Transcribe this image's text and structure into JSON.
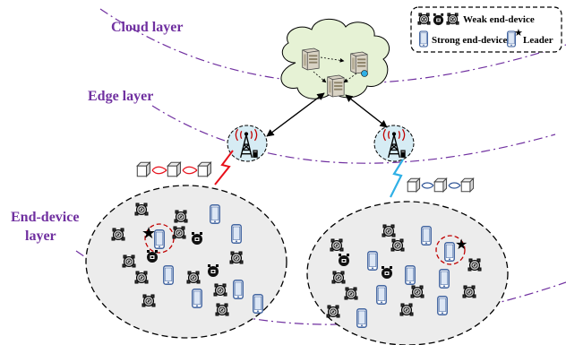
{
  "layers": {
    "cloud": "Cloud layer",
    "edge": "Edge layer",
    "end_device_line1": "End-device",
    "end_device_line2": "layer"
  },
  "legend": {
    "weak": "Weak end-device",
    "strong": "Strong end-device",
    "leader": "Leader"
  },
  "colors": {
    "layer_label": "#7030a0",
    "dash_line": "#7030a0",
    "cloud_fill": "#e6f2d5",
    "ellipse_fill": "#ececec",
    "station_fill": "#d6ecf4",
    "phone_stroke": "#2f5597",
    "red_link": "#e8101a",
    "blue_link": "#2fb0e6",
    "leader_circle": "#c00000"
  },
  "icons": {
    "weak_device": "weak-device-icon",
    "strong_device": "strong-device-icon",
    "leader": "leader-star-icon",
    "server": "server-icon",
    "tower": "cell-tower-icon",
    "block": "data-block-icon"
  }
}
